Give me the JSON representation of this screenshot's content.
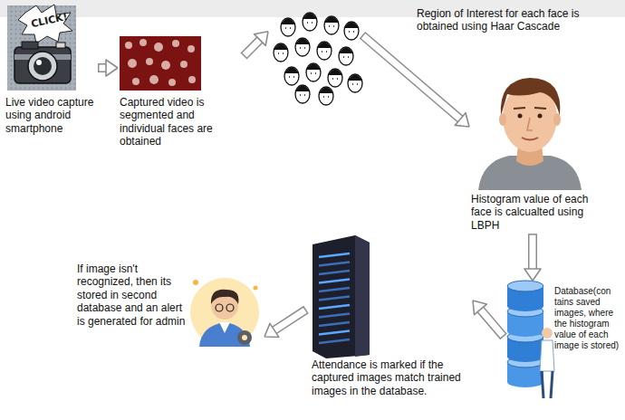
{
  "diagram": {
    "nodes": [
      {
        "text": [
          "Live video capture using android smartphone"
        ]
      },
      {
        "text": [
          "Captured video is segmented and individual faces are obtained"
        ]
      },
      {
        "text": [
          "Region of Interest for each face is obtained using Haar Cascade"
        ]
      },
      {
        "text": [
          "Histogram value of each face is calcualted using LBPH"
        ]
      },
      {
        "text": [
          "Database(con tains saved images, where the histogram value of each image is stored)"
        ]
      },
      {
        "text": [
          "Attendance is marked if the captured images match trained images in the database."
        ]
      },
      {
        "text": [
          "If image isn't recognized, then its stored in second database and an alert is generated for admin"
        ]
      }
    ],
    "edges": [
      {
        "from": 0,
        "to": 1,
        "arrow": "to"
      },
      {
        "from": 1,
        "to": 2,
        "arrow": "to"
      },
      {
        "from": 2,
        "to": 3,
        "arrow": "to"
      },
      {
        "from": 3,
        "to": 4,
        "arrow": "to"
      },
      {
        "from": 4,
        "to": 5,
        "arrow": "to"
      },
      {
        "from": 5,
        "to": 6,
        "arrow": "to"
      }
    ],
    "labels": [
      "CLICK!"
    ]
  }
}
